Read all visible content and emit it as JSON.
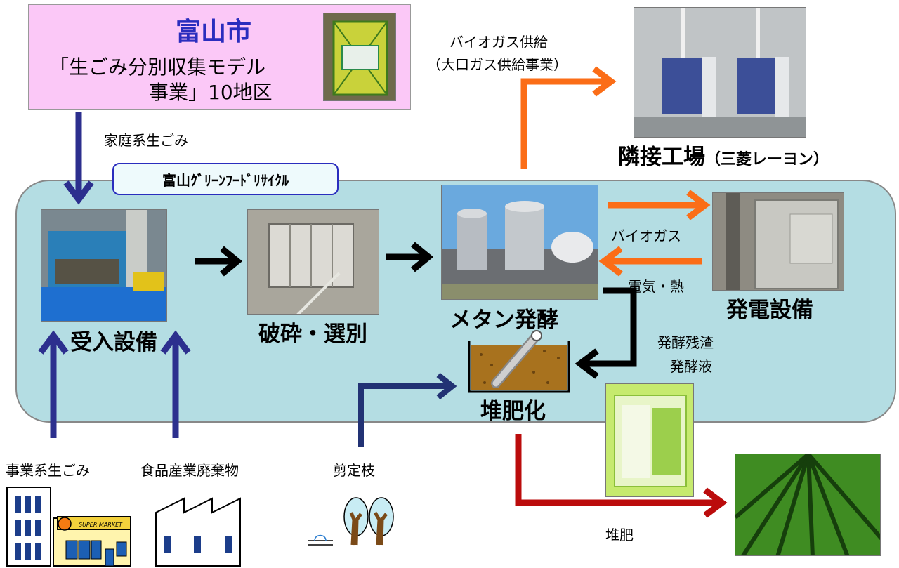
{
  "header": {
    "city": "富山市",
    "line1": "「生ごみ分別収集モデル",
    "line2": "事業」10地区"
  },
  "plant_name": "富山ｸﾞﾘｰﾝﾌｰﾄﾞﾘｻｲｸﾙ",
  "stages": {
    "receiving": "受入設備",
    "crushing": "破砕・選別",
    "methane": "メタン発酵",
    "compost": "堆肥化",
    "power": "発電設備",
    "factory": "隣接工場",
    "factory_note": "（三菱レーヨン）"
  },
  "flows": {
    "household": "家庭系生ごみ",
    "biogas_supply_1": "バイオガス供給",
    "biogas_supply_2": "（大口ガス供給事業）",
    "biogas": "バイオガス",
    "power_heat": "電気・熱",
    "residue_1": "発酵残渣",
    "residue_2": "発酵液",
    "business": "事業系生ごみ",
    "food_industry": "食品産業廃棄物",
    "pruning": "剪定枝",
    "compost_out": "堆肥"
  },
  "supermarket_sign": "SUPER MARKET",
  "colors": {
    "navy_arrow": "#2c2f8e",
    "orange_arrow": "#fb6d17",
    "red_arrow": "#bb0c0c",
    "black_arrow": "#000000",
    "plant_bg": "#b4dde3",
    "header_bg": "#fbc8f7"
  }
}
